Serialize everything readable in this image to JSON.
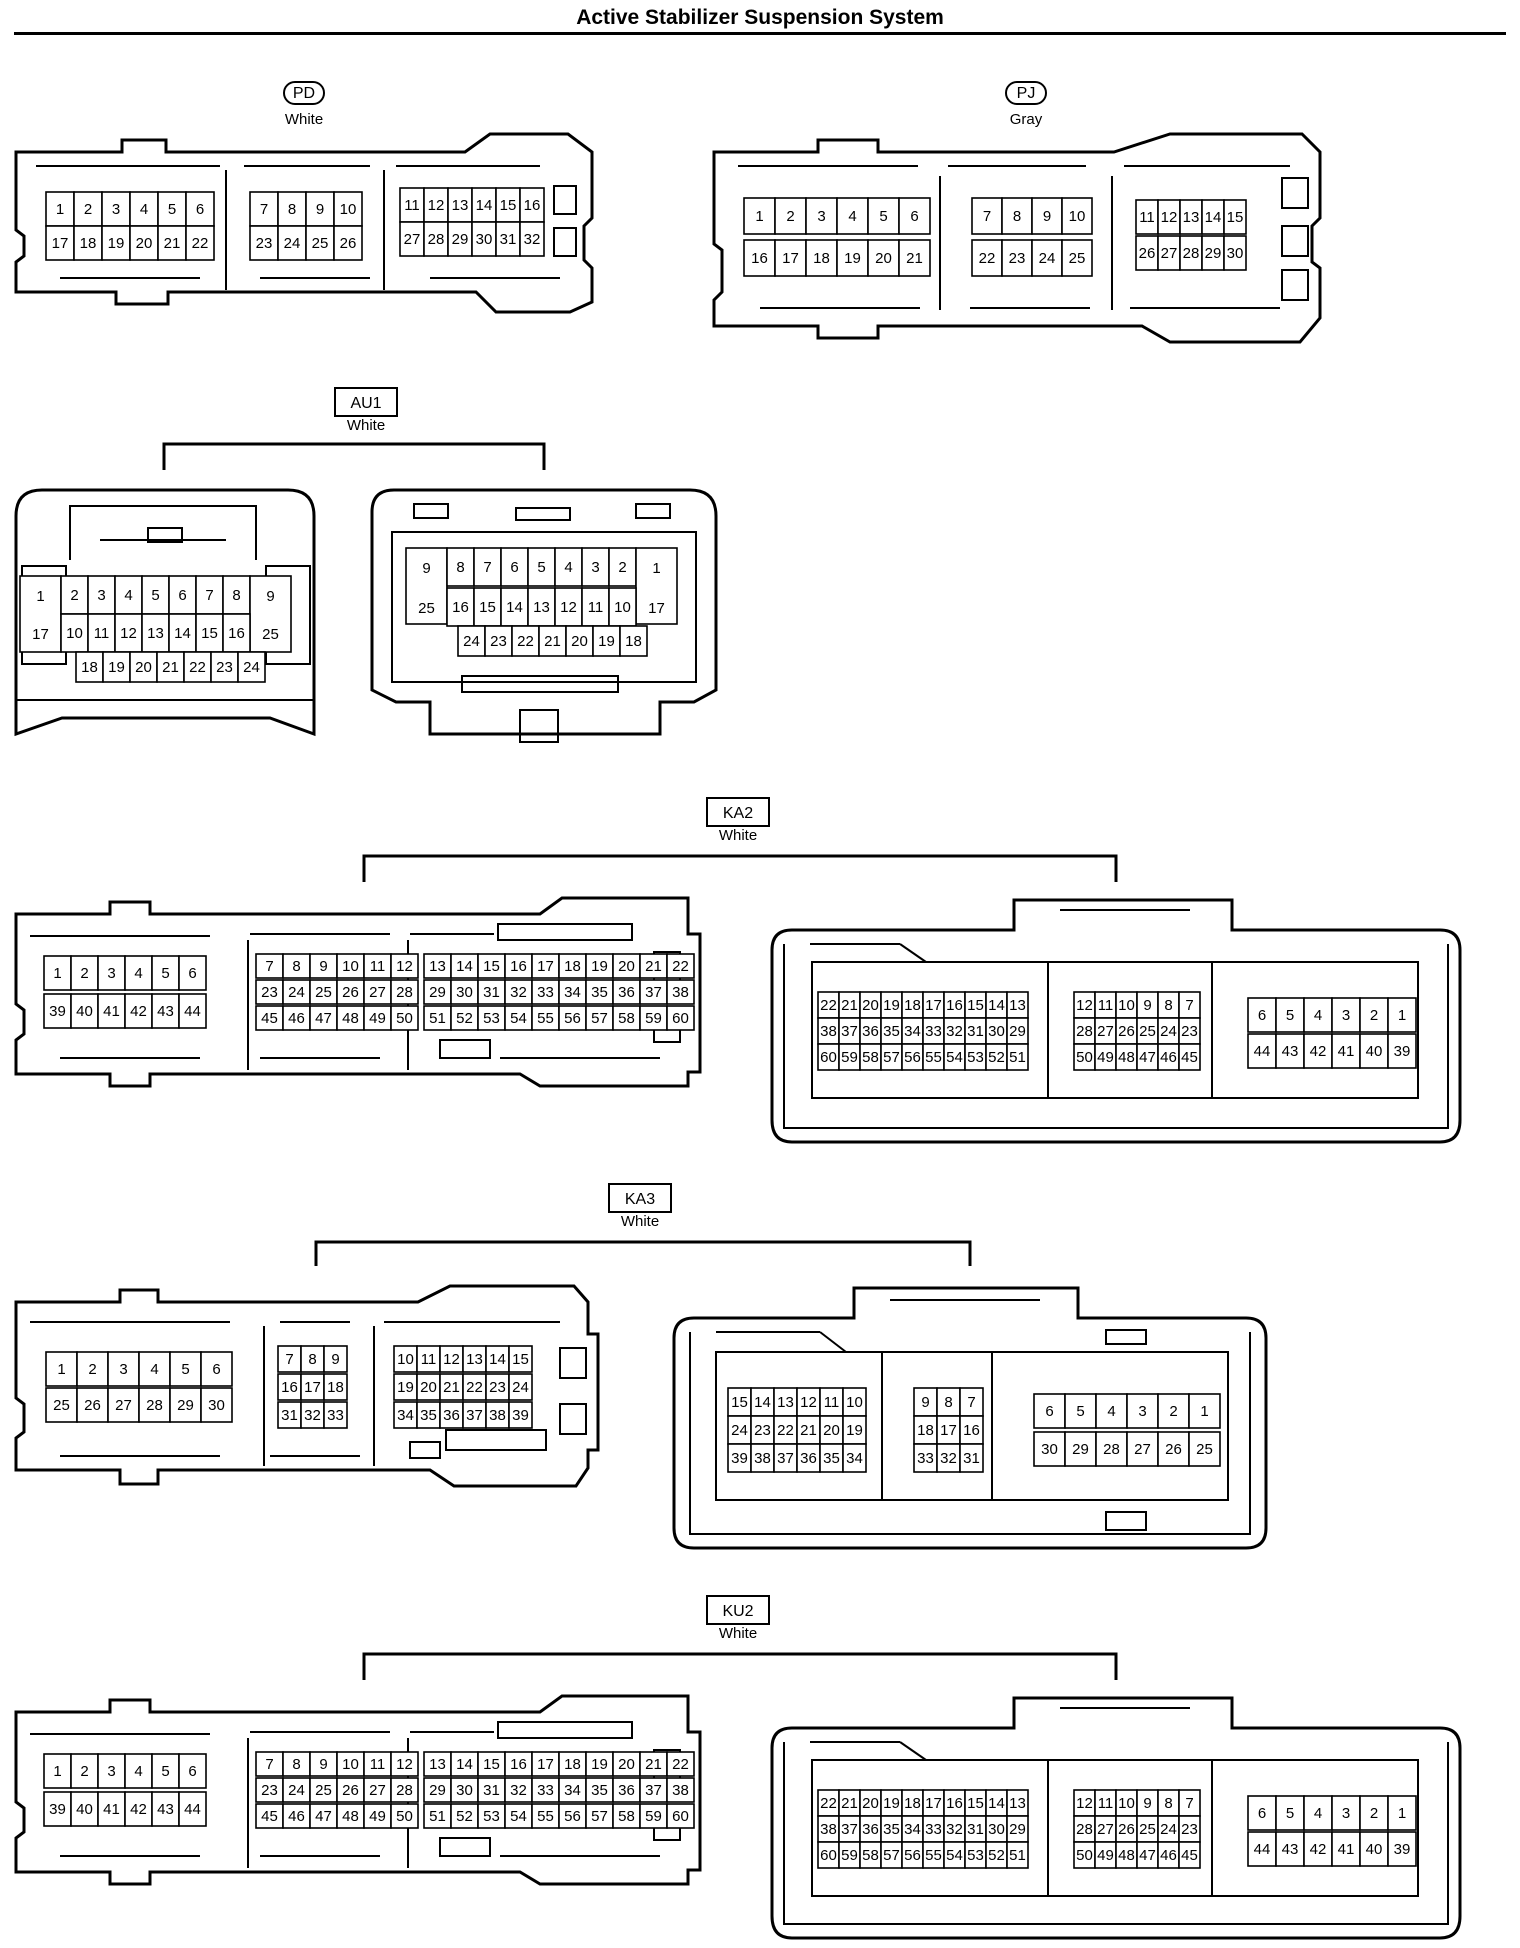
{
  "title": "Active Stabilizer Suspension System",
  "connectors": [
    {
      "id": "PD",
      "color": "White",
      "tag": "pill",
      "pins": [
        [
          1,
          2,
          3,
          4,
          5,
          6
        ],
        [
          17,
          18,
          19,
          20,
          21,
          22
        ],
        [
          7,
          8,
          9,
          10
        ],
        [
          23,
          24,
          25,
          26
        ],
        [
          11,
          12,
          13,
          14,
          15,
          16
        ],
        [
          27,
          28,
          29,
          30,
          31,
          32
        ]
      ]
    },
    {
      "id": "PJ",
      "color": "Gray",
      "tag": "pill",
      "pins": [
        [
          1,
          2,
          3,
          4,
          5,
          6
        ],
        [
          16,
          17,
          18,
          19,
          20,
          21
        ],
        [
          7,
          8,
          9,
          10
        ],
        [
          22,
          23,
          24,
          25
        ],
        [
          11,
          12,
          13,
          14,
          15
        ],
        [
          26,
          27,
          28,
          29,
          30
        ]
      ]
    },
    {
      "id": "AU1",
      "color": "White",
      "tag": "rect",
      "pins": [
        [
          1,
          2,
          3,
          4,
          5,
          6,
          7,
          8,
          9
        ],
        [
          17,
          10,
          11,
          12,
          13,
          14,
          15,
          16,
          25
        ],
        [
          18,
          19,
          20,
          21,
          22,
          23,
          24
        ],
        [
          9,
          8,
          7,
          6,
          5,
          4,
          3,
          2,
          1
        ],
        [
          25,
          16,
          15,
          14,
          13,
          12,
          11,
          10,
          17
        ],
        [
          24,
          23,
          22,
          21,
          20,
          19,
          18
        ]
      ]
    },
    {
      "id": "KA2",
      "color": "White",
      "tag": "rect",
      "pins": [
        [
          1,
          2,
          3,
          4,
          5,
          6
        ],
        [
          39,
          40,
          41,
          42,
          43,
          44
        ],
        [
          7,
          8,
          9,
          10,
          11,
          12
        ],
        [
          23,
          24,
          25,
          26,
          27,
          28
        ],
        [
          45,
          46,
          47,
          48,
          49,
          50
        ],
        [
          13,
          14,
          15,
          16,
          17,
          18,
          19,
          20,
          21,
          22
        ],
        [
          29,
          30,
          31,
          32,
          33,
          34,
          35,
          36,
          37,
          38
        ],
        [
          51,
          52,
          53,
          54,
          55,
          56,
          57,
          58,
          59,
          60
        ],
        [
          22,
          21,
          20,
          19,
          18,
          17,
          16,
          15,
          14,
          13
        ],
        [
          38,
          37,
          36,
          35,
          34,
          33,
          32,
          31,
          30,
          29
        ],
        [
          60,
          59,
          58,
          57,
          56,
          55,
          54,
          53,
          52,
          51
        ],
        [
          12,
          11,
          10,
          9,
          8,
          7
        ],
        [
          28,
          27,
          26,
          25,
          24,
          23
        ],
        [
          50,
          49,
          48,
          47,
          46,
          45
        ],
        [
          6,
          5,
          4,
          3,
          2,
          1
        ],
        [
          44,
          43,
          42,
          41,
          40,
          39
        ]
      ]
    },
    {
      "id": "KA3",
      "color": "White",
      "tag": "rect",
      "pins": [
        [
          1,
          2,
          3,
          4,
          5,
          6
        ],
        [
          25,
          26,
          27,
          28,
          29,
          30
        ],
        [
          7,
          8,
          9
        ],
        [
          16,
          17,
          18
        ],
        [
          31,
          32,
          33
        ],
        [
          10,
          11,
          12,
          13,
          14,
          15
        ],
        [
          19,
          20,
          21,
          22,
          23,
          24
        ],
        [
          34,
          35,
          36,
          37,
          38,
          39
        ],
        [
          15,
          14,
          13,
          12,
          11,
          10
        ],
        [
          24,
          23,
          22,
          21,
          20,
          19
        ],
        [
          39,
          38,
          37,
          36,
          35,
          34
        ],
        [
          9,
          8,
          7
        ],
        [
          18,
          17,
          16
        ],
        [
          33,
          32,
          31
        ],
        [
          6,
          5,
          4,
          3,
          2,
          1
        ],
        [
          30,
          29,
          28,
          27,
          26,
          25
        ]
      ]
    },
    {
      "id": "KU2",
      "color": "White",
      "tag": "rect",
      "pins": [
        [
          1,
          2,
          3,
          4,
          5,
          6
        ],
        [
          39,
          40,
          41,
          42,
          43,
          44
        ],
        [
          7,
          8,
          9,
          10,
          11,
          12
        ],
        [
          23,
          24,
          25,
          26,
          27,
          28
        ],
        [
          45,
          46,
          47,
          48,
          49,
          50
        ],
        [
          13,
          14,
          15,
          16,
          17,
          18,
          19,
          20,
          21,
          22
        ],
        [
          29,
          30,
          31,
          32,
          33,
          34,
          35,
          36,
          37,
          38
        ],
        [
          51,
          52,
          53,
          54,
          55,
          56,
          57,
          58,
          59,
          60
        ],
        [
          22,
          21,
          20,
          19,
          18,
          17,
          16,
          15,
          14,
          13
        ],
        [
          38,
          37,
          36,
          35,
          34,
          33,
          32,
          31,
          30,
          29
        ],
        [
          60,
          59,
          58,
          57,
          56,
          55,
          54,
          53,
          52,
          51
        ],
        [
          12,
          11,
          10,
          9,
          8,
          7
        ],
        [
          28,
          27,
          26,
          25,
          24,
          23
        ],
        [
          50,
          49,
          48,
          47,
          46,
          45
        ],
        [
          6,
          5,
          4,
          3,
          2,
          1
        ],
        [
          44,
          43,
          42,
          41,
          40,
          39
        ]
      ]
    }
  ]
}
